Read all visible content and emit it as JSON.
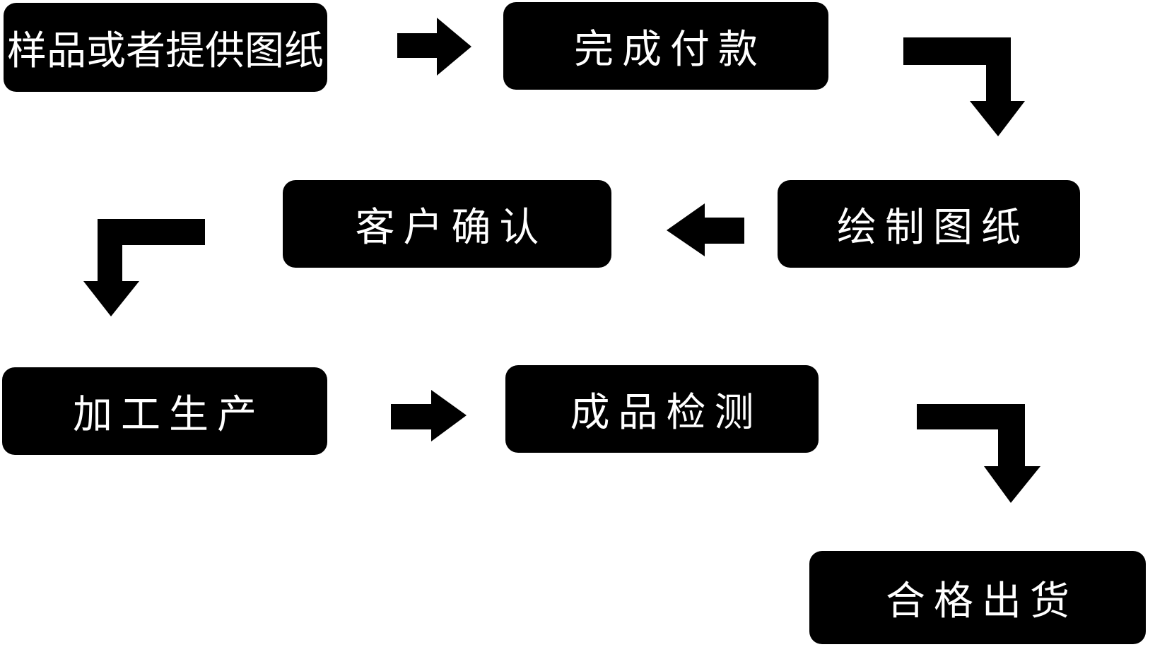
{
  "diagram": {
    "type": "flowchart",
    "language": "zh-CN",
    "description_visible_text_only": true
  },
  "colors": {
    "node_background": "#000000",
    "node_text": "#ffffff",
    "arrow": "#000000",
    "page_background": "#ffffff"
  },
  "nodes": [
    {
      "id": "sample-or-drawing",
      "label": "样品或者提供图纸"
    },
    {
      "id": "complete-payment",
      "label": "完成付款"
    },
    {
      "id": "draw-blueprint",
      "label": "绘制图纸"
    },
    {
      "id": "customer-confirm",
      "label": "客户确认"
    },
    {
      "id": "processing-production",
      "label": "加工生产"
    },
    {
      "id": "finished-inspection",
      "label": "成品检测"
    },
    {
      "id": "qualified-shipment",
      "label": "合格出货"
    }
  ],
  "edges": [
    {
      "from": "样品或者提供图纸",
      "to": "完成付款",
      "arrow_shape": "straight-right"
    },
    {
      "from": "完成付款",
      "to": "绘制图纸",
      "arrow_shape": "elbow-right-then-down"
    },
    {
      "from": "绘制图纸",
      "to": "客户确认",
      "arrow_shape": "straight-left"
    },
    {
      "from": "客户确认",
      "to": "加工生产",
      "arrow_shape": "elbow-left-then-down"
    },
    {
      "from": "加工生产",
      "to": "成品检测",
      "arrow_shape": "straight-right"
    },
    {
      "from": "成品检测",
      "to": "合格出货",
      "arrow_shape": "elbow-right-then-down"
    }
  ]
}
